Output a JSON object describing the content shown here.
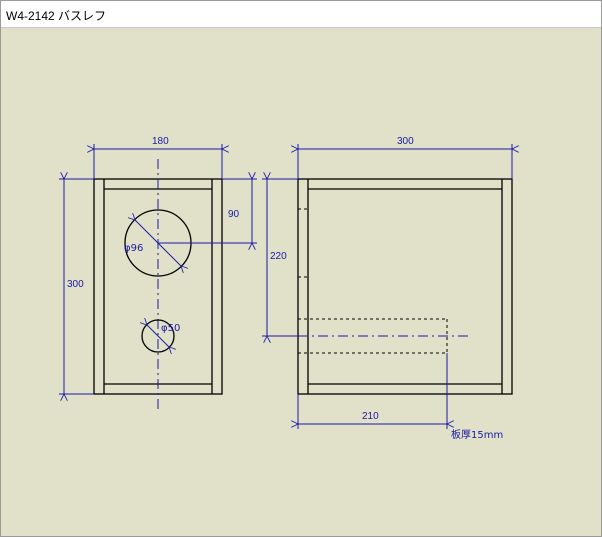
{
  "window": {
    "title": "W4-2142 バスレフ"
  },
  "drawing": {
    "front_view": {
      "width_dim": "180",
      "height_dim": "300",
      "woofer_offset_dim": "90",
      "woofer_diameter": "φ96",
      "port_diameter": "φ50"
    },
    "side_view": {
      "depth_dim": "300",
      "port_height_dim": "220",
      "port_length_dim": "210",
      "board_thickness_note": "板厚15mm"
    }
  },
  "colors": {
    "background": "#e1e0c9",
    "dimension": "#1a1aa8",
    "outline": "#000000"
  }
}
